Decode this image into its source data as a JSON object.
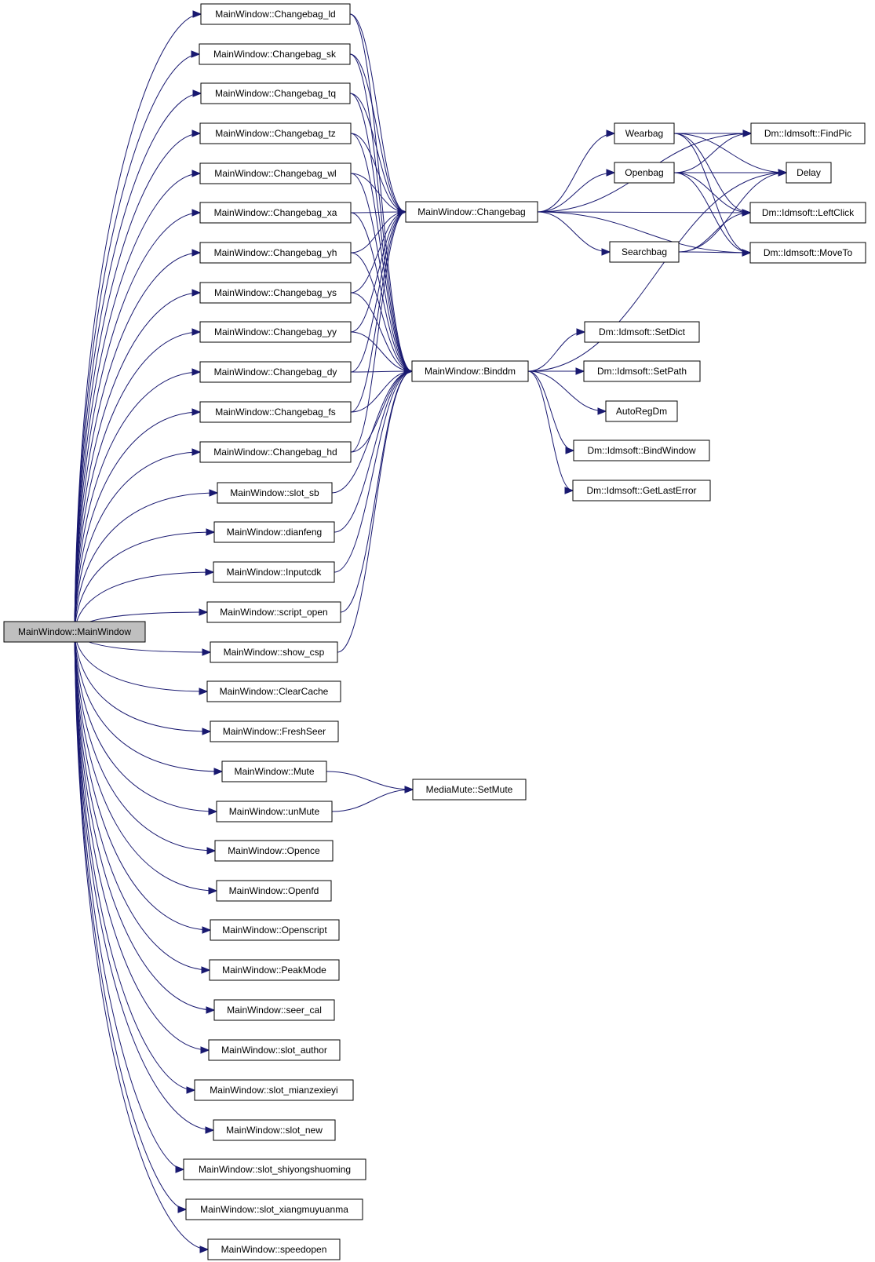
{
  "colors": {
    "edge": "#191970",
    "root_fill": "#bfbfbf",
    "node_fill": "#ffffff",
    "node_stroke": "#000000"
  },
  "nodes": {
    "root": "MainWindow::MainWindow",
    "cb_ld": "MainWindow::Changebag_ld",
    "cb_sk": "MainWindow::Changebag_sk",
    "cb_tq": "MainWindow::Changebag_tq",
    "cb_tz": "MainWindow::Changebag_tz",
    "cb_wl": "MainWindow::Changebag_wl",
    "cb_xa": "MainWindow::Changebag_xa",
    "cb_yh": "MainWindow::Changebag_yh",
    "cb_ys": "MainWindow::Changebag_ys",
    "cb_yy": "MainWindow::Changebag_yy",
    "cb_dy": "MainWindow::Changebag_dy",
    "cb_fs": "MainWindow::Changebag_fs",
    "cb_hd": "MainWindow::Changebag_hd",
    "slot_sb": "MainWindow::slot_sb",
    "dianfeng": "MainWindow::dianfeng",
    "inputcdk": "MainWindow::Inputcdk",
    "script_open": "MainWindow::script_open",
    "show_csp": "MainWindow::show_csp",
    "clearcache": "MainWindow::ClearCache",
    "freshseer": "MainWindow::FreshSeer",
    "mute": "MainWindow::Mute",
    "unmute": "MainWindow::unMute",
    "opence": "MainWindow::Opence",
    "openfd": "MainWindow::Openfd",
    "openscript": "MainWindow::Openscript",
    "peakmode": "MainWindow::PeakMode",
    "seer_cal": "MainWindow::seer_cal",
    "slot_author": "MainWindow::slot_author",
    "slot_mianze": "MainWindow::slot_mianzexieyi",
    "slot_new": "MainWindow::slot_new",
    "slot_shiyong": "MainWindow::slot_shiyongshuoming",
    "slot_xiangmu": "MainWindow::slot_xiangmuyuanma",
    "speedopen": "MainWindow::speedopen",
    "changebag": "MainWindow::Changebag",
    "binddm": "MainWindow::Binddm",
    "setmute": "MediaMute::SetMute",
    "wearbag": "Wearbag",
    "openbag": "Openbag",
    "searchbag": "Searchbag",
    "findpic": "Dm::Idmsoft::FindPic",
    "delay": "Delay",
    "leftclick": "Dm::Idmsoft::LeftClick",
    "moveto": "Dm::Idmsoft::MoveTo",
    "setdict": "Dm::Idmsoft::SetDict",
    "setpath": "Dm::Idmsoft::SetPath",
    "autoregdm": "AutoRegDm",
    "bindwindow": "Dm::Idmsoft::BindWindow",
    "getlasterror": "Dm::Idmsoft::GetLastError"
  },
  "edges": [
    [
      "root",
      "cb_ld"
    ],
    [
      "root",
      "cb_sk"
    ],
    [
      "root",
      "cb_tq"
    ],
    [
      "root",
      "cb_tz"
    ],
    [
      "root",
      "cb_wl"
    ],
    [
      "root",
      "cb_xa"
    ],
    [
      "root",
      "cb_yh"
    ],
    [
      "root",
      "cb_ys"
    ],
    [
      "root",
      "cb_yy"
    ],
    [
      "root",
      "cb_dy"
    ],
    [
      "root",
      "cb_fs"
    ],
    [
      "root",
      "cb_hd"
    ],
    [
      "root",
      "slot_sb"
    ],
    [
      "root",
      "dianfeng"
    ],
    [
      "root",
      "inputcdk"
    ],
    [
      "root",
      "script_open"
    ],
    [
      "root",
      "show_csp"
    ],
    [
      "root",
      "clearcache"
    ],
    [
      "root",
      "freshseer"
    ],
    [
      "root",
      "mute"
    ],
    [
      "root",
      "unmute"
    ],
    [
      "root",
      "opence"
    ],
    [
      "root",
      "openfd"
    ],
    [
      "root",
      "openscript"
    ],
    [
      "root",
      "peakmode"
    ],
    [
      "root",
      "seer_cal"
    ],
    [
      "root",
      "slot_author"
    ],
    [
      "root",
      "slot_mianze"
    ],
    [
      "root",
      "slot_new"
    ],
    [
      "root",
      "slot_shiyong"
    ],
    [
      "root",
      "slot_xiangmu"
    ],
    [
      "root",
      "speedopen"
    ],
    [
      "cb_ld",
      "changebag"
    ],
    [
      "cb_ld",
      "binddm"
    ],
    [
      "cb_sk",
      "changebag"
    ],
    [
      "cb_sk",
      "binddm"
    ],
    [
      "cb_tq",
      "changebag"
    ],
    [
      "cb_tq",
      "binddm"
    ],
    [
      "cb_tz",
      "changebag"
    ],
    [
      "cb_tz",
      "binddm"
    ],
    [
      "cb_wl",
      "changebag"
    ],
    [
      "cb_wl",
      "binddm"
    ],
    [
      "cb_xa",
      "changebag"
    ],
    [
      "cb_xa",
      "binddm"
    ],
    [
      "cb_yh",
      "changebag"
    ],
    [
      "cb_yh",
      "binddm"
    ],
    [
      "cb_ys",
      "changebag"
    ],
    [
      "cb_ys",
      "binddm"
    ],
    [
      "cb_yy",
      "changebag"
    ],
    [
      "cb_yy",
      "binddm"
    ],
    [
      "cb_dy",
      "changebag"
    ],
    [
      "cb_dy",
      "binddm"
    ],
    [
      "cb_fs",
      "changebag"
    ],
    [
      "cb_fs",
      "binddm"
    ],
    [
      "cb_hd",
      "changebag"
    ],
    [
      "cb_hd",
      "binddm"
    ],
    [
      "slot_sb",
      "binddm"
    ],
    [
      "dianfeng",
      "binddm"
    ],
    [
      "inputcdk",
      "binddm"
    ],
    [
      "script_open",
      "binddm"
    ],
    [
      "show_csp",
      "binddm"
    ],
    [
      "mute",
      "setmute"
    ],
    [
      "unmute",
      "setmute"
    ],
    [
      "changebag",
      "wearbag"
    ],
    [
      "changebag",
      "openbag"
    ],
    [
      "changebag",
      "searchbag"
    ],
    [
      "changebag",
      "findpic"
    ],
    [
      "changebag",
      "leftclick"
    ],
    [
      "changebag",
      "moveto"
    ],
    [
      "wearbag",
      "findpic"
    ],
    [
      "wearbag",
      "delay"
    ],
    [
      "wearbag",
      "leftclick"
    ],
    [
      "wearbag",
      "moveto"
    ],
    [
      "openbag",
      "findpic"
    ],
    [
      "openbag",
      "delay"
    ],
    [
      "openbag",
      "leftclick"
    ],
    [
      "openbag",
      "moveto"
    ],
    [
      "searchbag",
      "delay"
    ],
    [
      "searchbag",
      "leftclick"
    ],
    [
      "searchbag",
      "moveto"
    ],
    [
      "binddm",
      "setdict"
    ],
    [
      "binddm",
      "setpath"
    ],
    [
      "binddm",
      "autoregdm"
    ],
    [
      "binddm",
      "bindwindow"
    ],
    [
      "binddm",
      "getlasterror"
    ],
    [
      "binddm",
      "delay"
    ]
  ]
}
